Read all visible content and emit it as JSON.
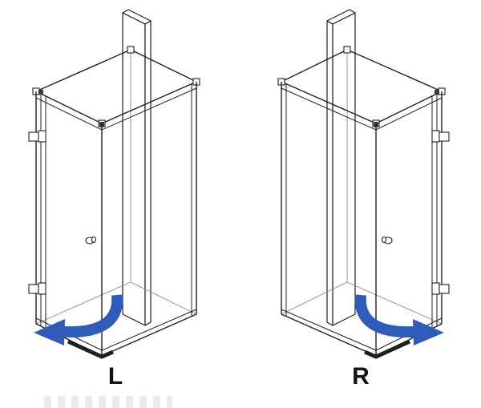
{
  "diagram": {
    "type": "technical-illustration",
    "subject": "Corner shower enclosure with hinged glass door, shown in left and right door orientations",
    "variants": [
      {
        "label": "L",
        "door_hinge_side": "left",
        "swing_direction": "outward-left"
      },
      {
        "label": "R",
        "door_hinge_side": "right",
        "swing_direction": "outward-right"
      }
    ],
    "colors": {
      "line": "#1f1f1f",
      "light_line": "#8a8a8a",
      "arrow": "#2e5cb8",
      "watermark": "#cfcfcf",
      "background": "#ffffff"
    }
  }
}
